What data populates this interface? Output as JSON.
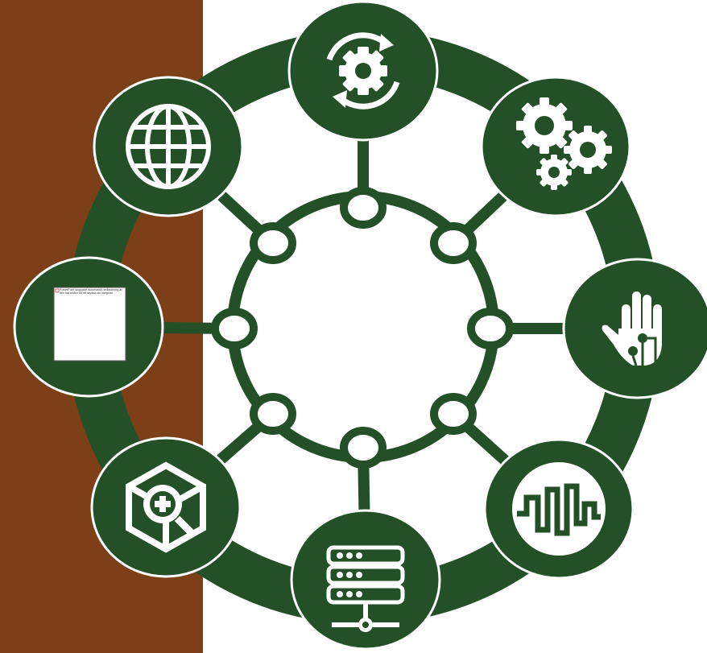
{
  "colors": {
    "side_band": "#7c3f18",
    "primary_green": "#245028",
    "icon_white": "#ffffff",
    "node_outline": "#ffffff"
  },
  "hub": {
    "connector_count": 8
  },
  "nodes": [
    {
      "id": "top",
      "icon": "sync-gear-icon"
    },
    {
      "id": "top-right",
      "icon": "gears-icon"
    },
    {
      "id": "right",
      "icon": "hand-circuit-icon"
    },
    {
      "id": "bottom-right",
      "icon": "signal-wave-icon"
    },
    {
      "id": "bottom",
      "icon": "server-network-icon"
    },
    {
      "id": "bottom-left",
      "icon": "cube-search-icon"
    },
    {
      "id": "left",
      "icon": "broken-image-icon"
    },
    {
      "id": "top-left",
      "icon": "globe-icon"
    }
  ],
  "broken_image": {
    "text": "PowerPoint stoppade automatisk nedladdning av den här bilden för att skydda din integritet."
  }
}
